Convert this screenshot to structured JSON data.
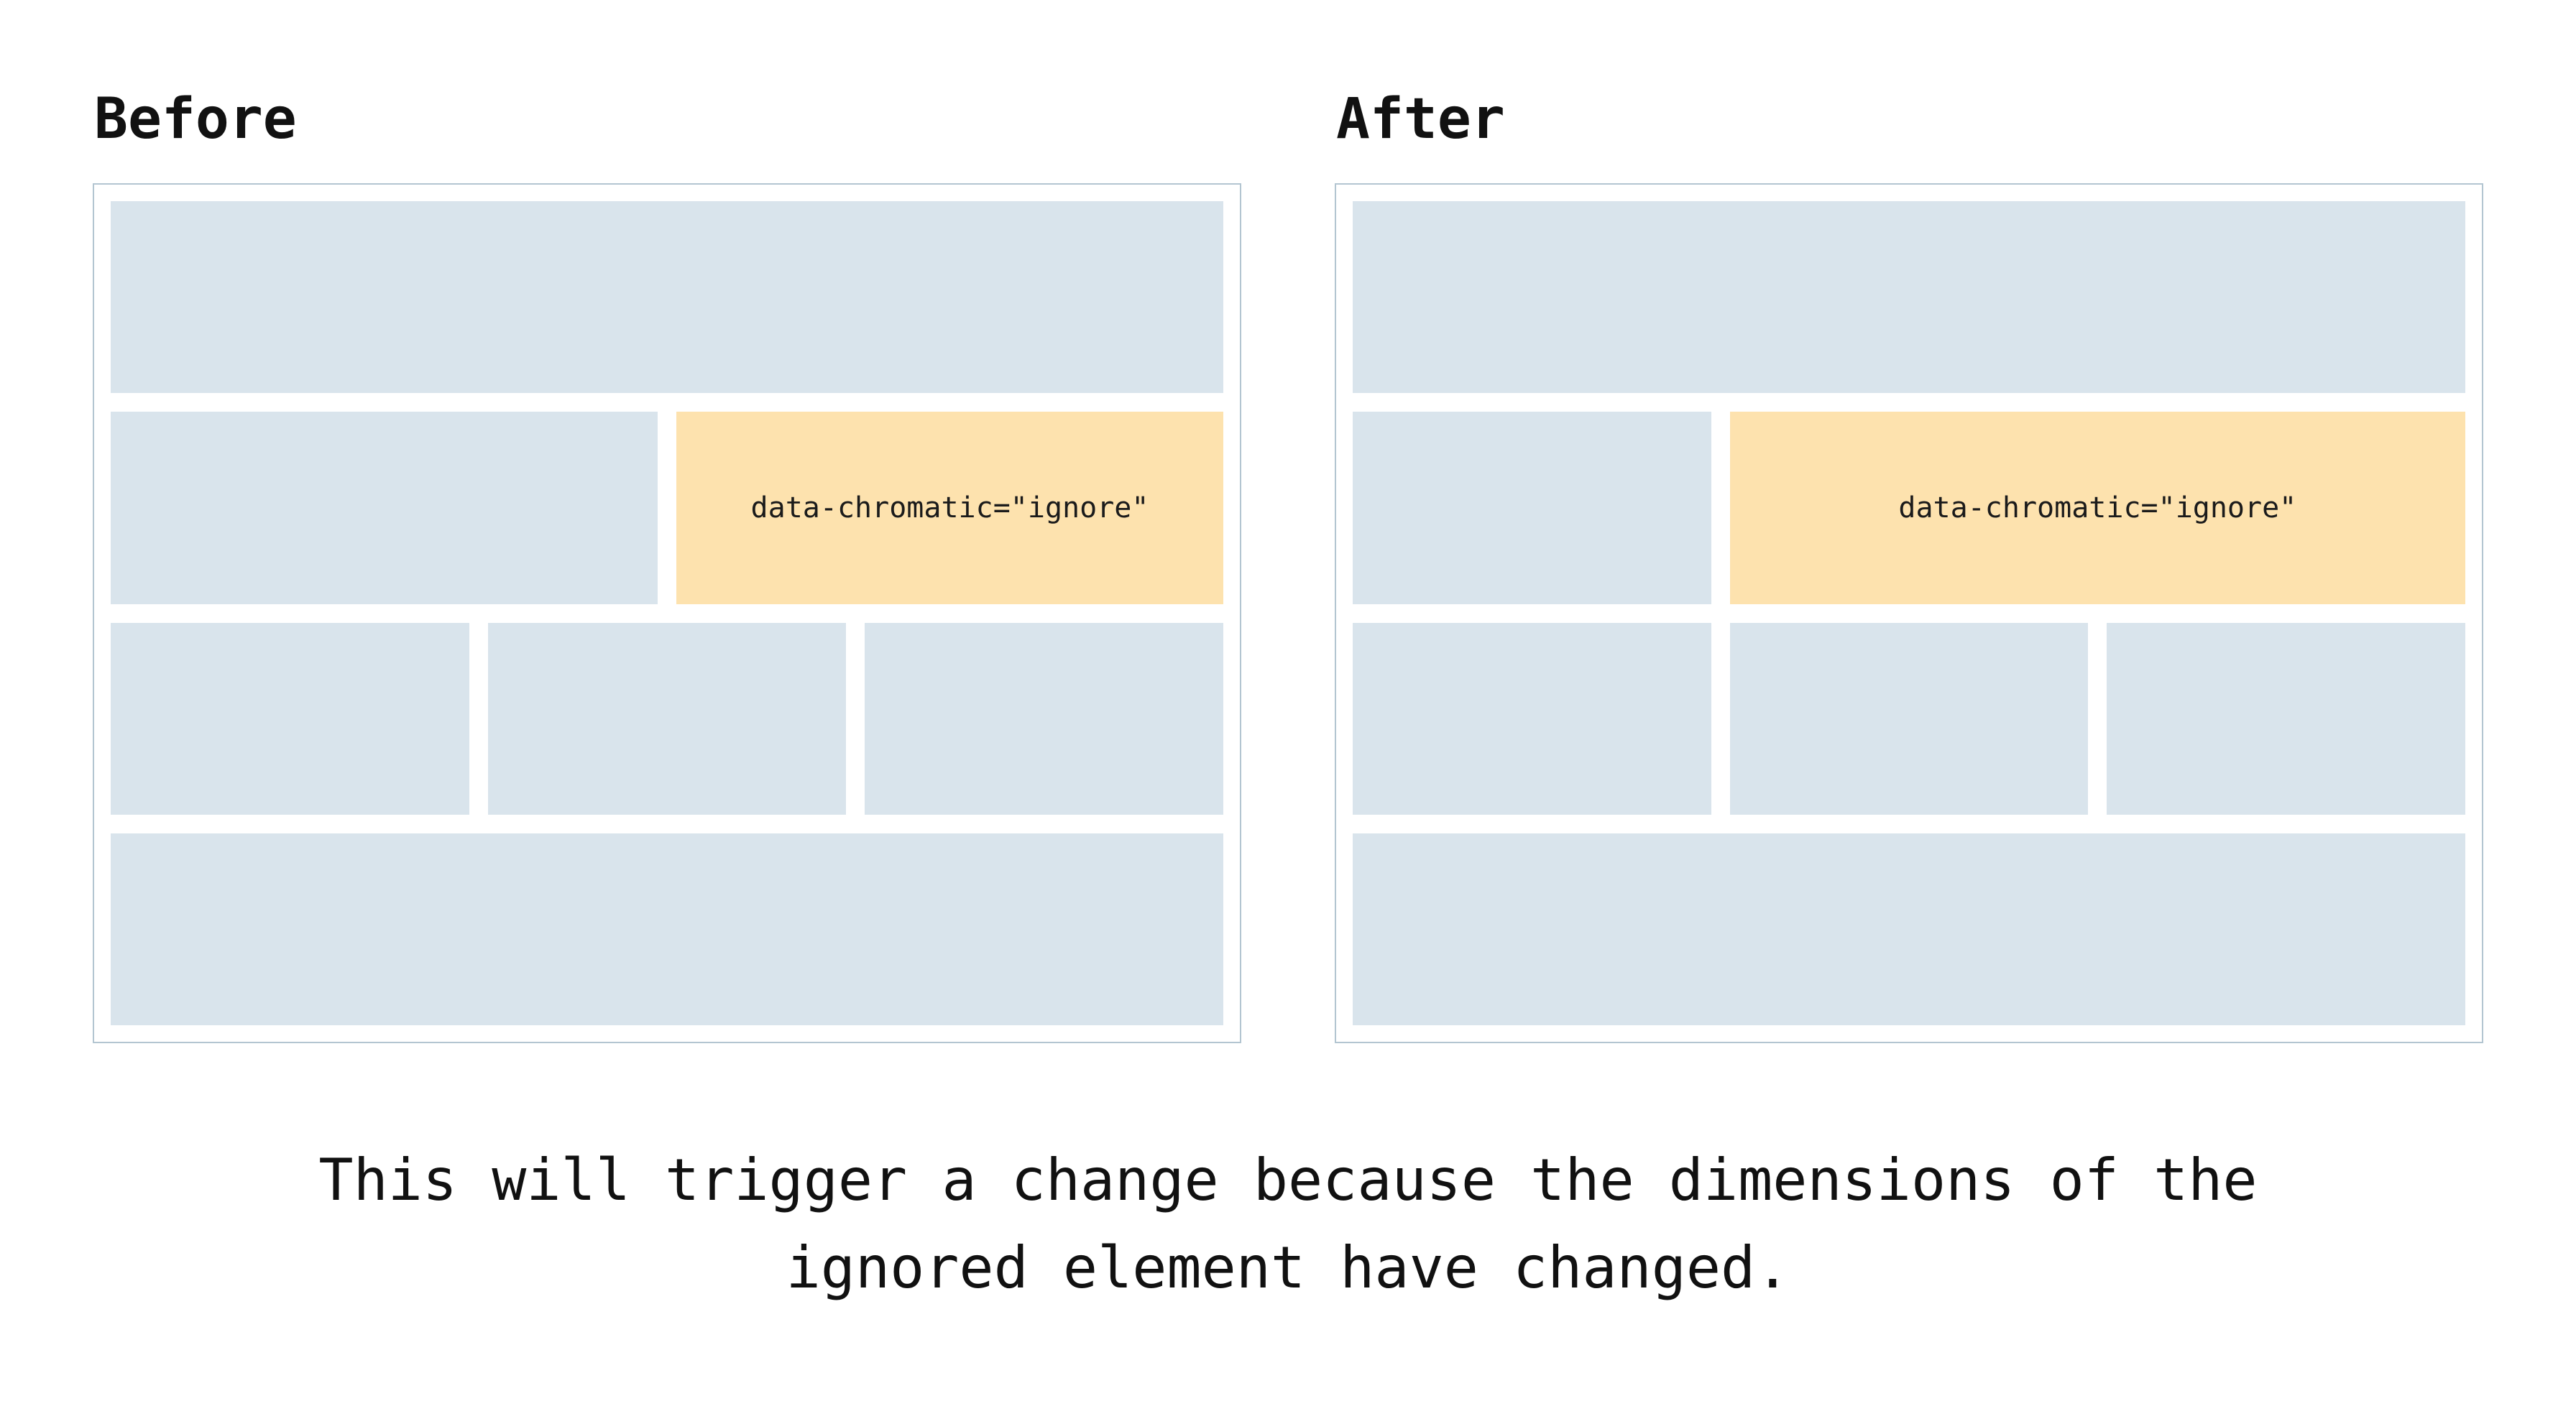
{
  "diagram": {
    "before": {
      "title": "Before",
      "ignore_label": "data-chromatic=\"ignore\""
    },
    "after": {
      "title": "After",
      "ignore_label": "data-chromatic=\"ignore\""
    },
    "caption": {
      "line1": "This will trigger a change because the dimensions of the",
      "line2": "ignored element have changed."
    },
    "colors": {
      "placeholder_blue": "#d9e4ec",
      "highlight_orange": "#fde2ae",
      "panel_border": "#b3c5d1",
      "text": "#111111"
    }
  }
}
